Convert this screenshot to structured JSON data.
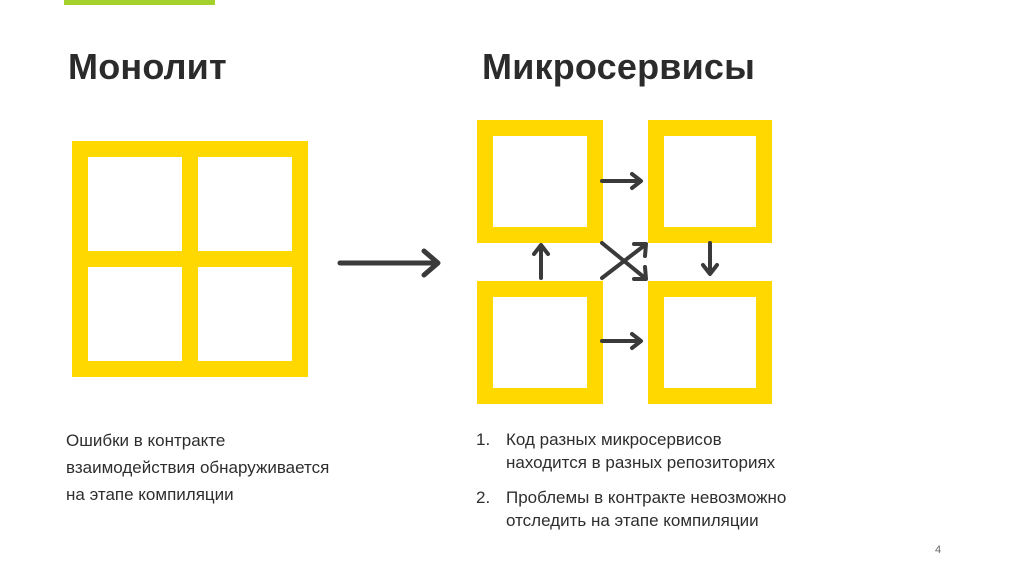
{
  "colors": {
    "accent_bar": "#a4d12c",
    "box_yellow": "#ffd800",
    "arrow": "#3a3a3a",
    "text": "#2e2e2e"
  },
  "monolith": {
    "title": "Монолит",
    "caption_lines": [
      "Ошибки в контракте",
      "взаимодействия обнаруживается",
      "на этапе компиляции"
    ]
  },
  "microservices": {
    "title": "Микросервисы",
    "items": [
      {
        "number": "1.",
        "lines": [
          "Код разных микросервисов",
          "находится в разных репозиториях"
        ]
      },
      {
        "number": "2.",
        "lines": [
          "Проблемы в контракте невозможно",
          "отследить на этапе компиляции"
        ]
      }
    ]
  },
  "page_number": "4",
  "icons": {
    "transition_arrow": "arrow-right-icon",
    "service_arrows": [
      "arrow-right-icon",
      "arrow-up-icon",
      "arrow-down-icon",
      "cross-arrows-icon"
    ]
  }
}
